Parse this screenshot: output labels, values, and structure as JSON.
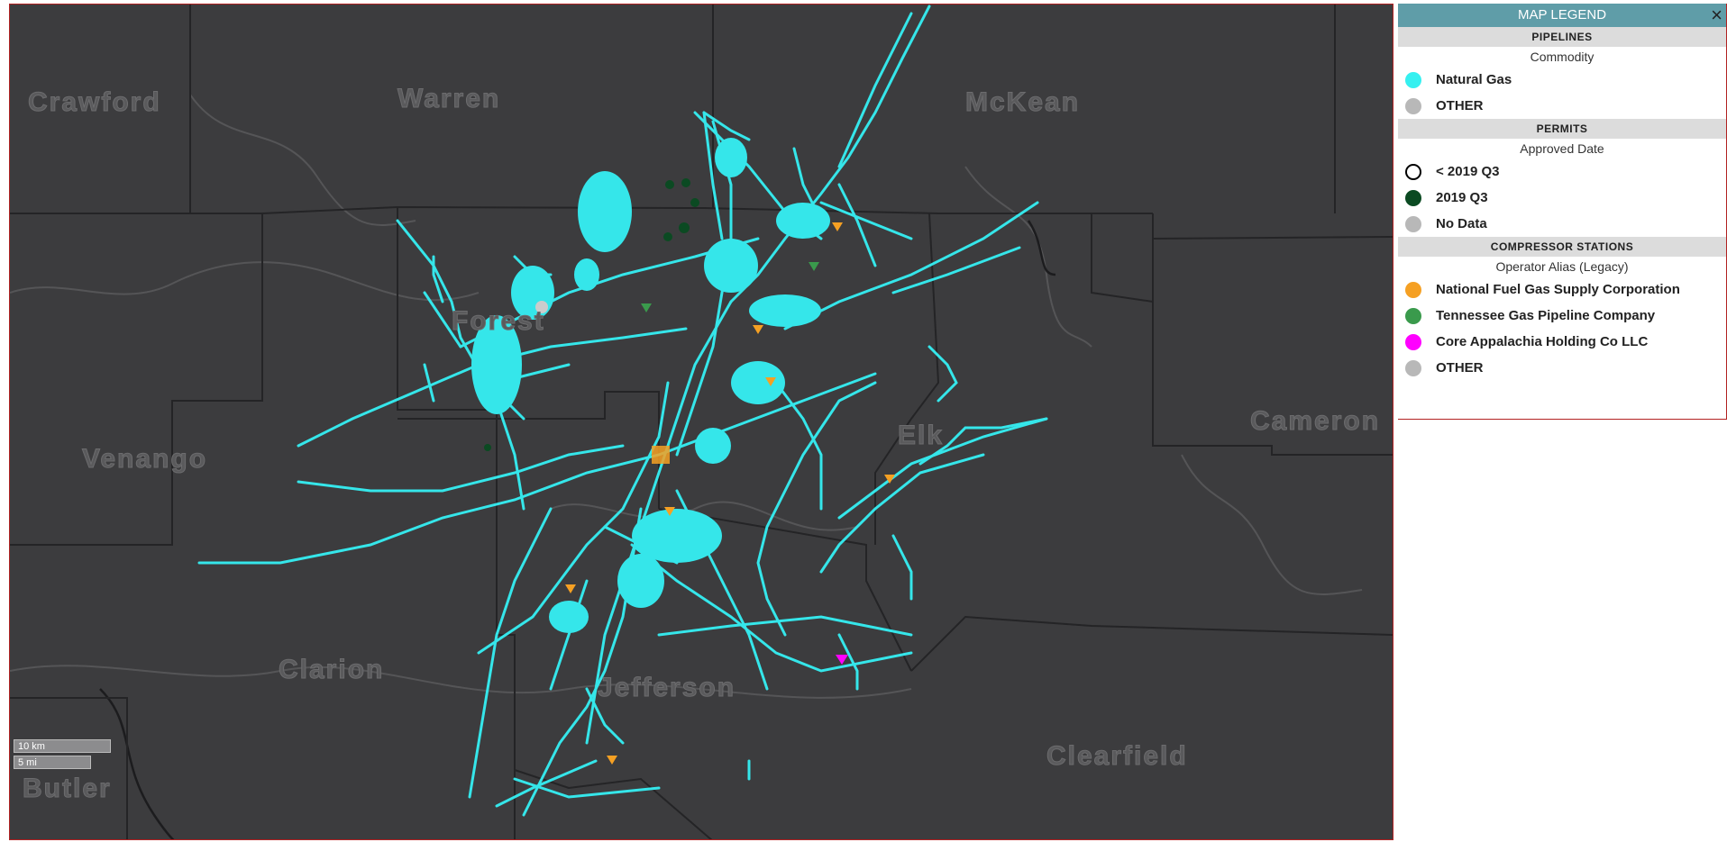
{
  "map": {
    "county_labels": [
      {
        "name": "Crawford"
      },
      {
        "name": "Warren"
      },
      {
        "name": "McKean"
      },
      {
        "name": "Forest"
      },
      {
        "name": "Venango"
      },
      {
        "name": "Elk"
      },
      {
        "name": "Cameron"
      },
      {
        "name": "Clarion"
      },
      {
        "name": "Jefferson"
      },
      {
        "name": "Clearfield"
      },
      {
        "name": "Butler"
      }
    ],
    "scale": {
      "km_label": "10 km",
      "mi_label": "5 mi"
    },
    "colors": {
      "background": "#3c3c3e",
      "county_line": "#2a2a2c",
      "pipeline": "#35e6ea",
      "river": "#555557"
    }
  },
  "legend": {
    "title": "MAP LEGEND",
    "close_label": "×",
    "sections": [
      {
        "heading": "PIPELINES",
        "subheading": "Commodity",
        "items": [
          {
            "label": "Natural Gas",
            "color": "#35f0f0",
            "outline": false
          },
          {
            "label": "OTHER",
            "color": "#b8b8b8",
            "outline": false
          }
        ]
      },
      {
        "heading": "PERMITS",
        "subheading": "Approved Date",
        "items": [
          {
            "label": "< 2019 Q3",
            "color": "#ffffff",
            "outline": true
          },
          {
            "label": "2019 Q3",
            "color": "#0b4a22",
            "outline": false
          },
          {
            "label": "No Data",
            "color": "#b8b8b8",
            "outline": false
          }
        ]
      },
      {
        "heading": "COMPRESSOR STATIONS",
        "subheading": "Operator Alias (Legacy)",
        "items": [
          {
            "label": "National Fuel Gas Supply Corporation",
            "color": "#f5a023",
            "outline": false
          },
          {
            "label": "Tennessee Gas Pipeline Company",
            "color": "#3a9a4c",
            "outline": false
          },
          {
            "label": "Core Appalachia Holding Co LLC",
            "color": "#ff00ff",
            "outline": false
          },
          {
            "label": "OTHER",
            "color": "#b8b8b8",
            "outline": false
          }
        ]
      }
    ]
  }
}
